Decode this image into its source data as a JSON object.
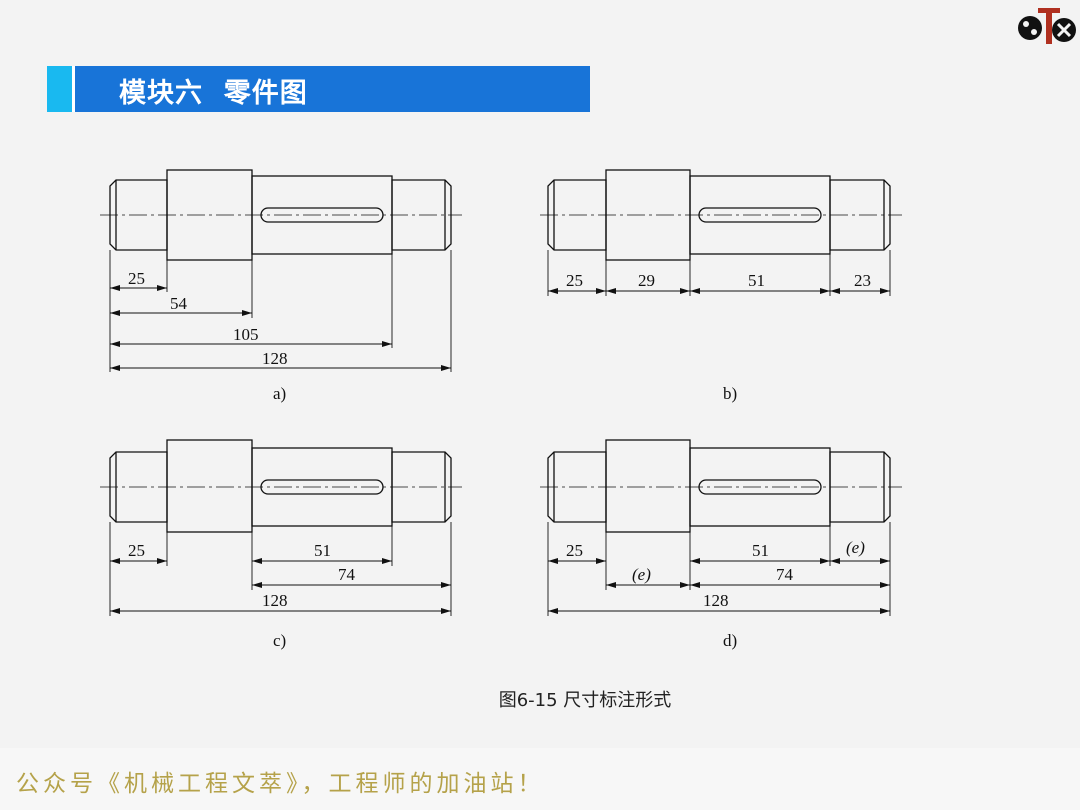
{
  "header": {
    "title": "模块六  零件图"
  },
  "logo": {
    "icon": "gear-logo-icon",
    "color": "#111111",
    "accent_color": "#b03020"
  },
  "figure": {
    "caption": "图6-15  尺寸标注形式",
    "panels": [
      {
        "label": "a)",
        "dims": [
          "25",
          "54",
          "105",
          "128"
        ]
      },
      {
        "label": "b)",
        "dims": [
          "25",
          "29",
          "51",
          "23"
        ]
      },
      {
        "label": "c)",
        "dims": [
          "25",
          "51",
          "74",
          "128"
        ]
      },
      {
        "label": "d)",
        "dims": [
          "25",
          "(e)",
          "51",
          "(e)",
          "74",
          "128"
        ]
      }
    ]
  },
  "footer": {
    "text": "公众号《机械工程文萃》，工程师的加油站！"
  },
  "colors": {
    "title_bar": "#1874d8",
    "title_accent": "#19b9f0",
    "footer_text": "#b5a24a"
  }
}
